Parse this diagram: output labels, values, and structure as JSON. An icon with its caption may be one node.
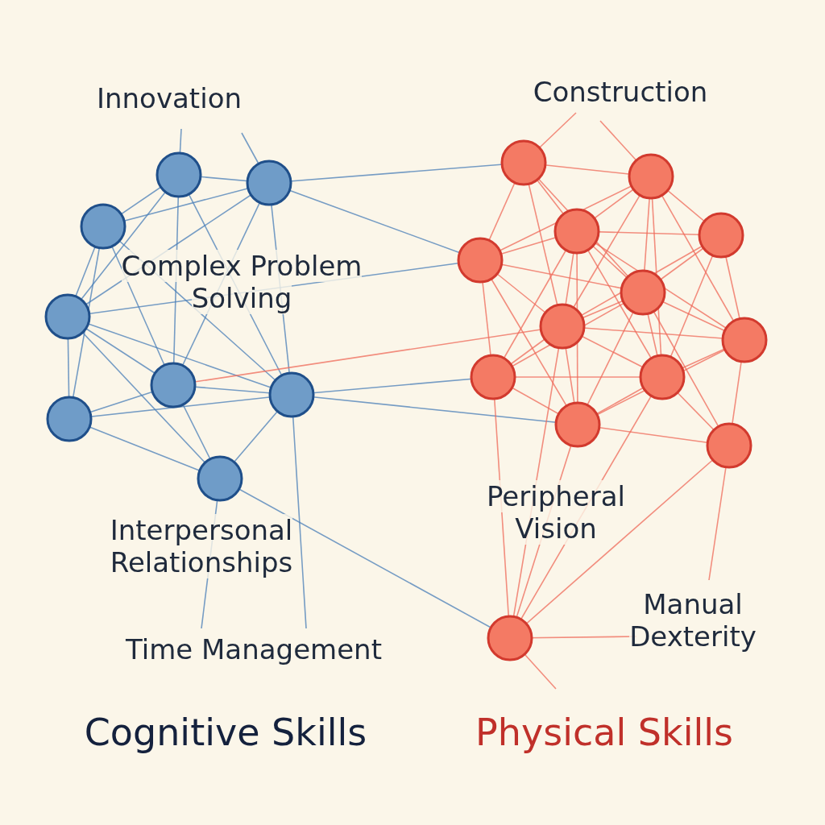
{
  "diagram": {
    "labels": [
      "Innovation",
      "Construction",
      "Complex Problem Solving",
      "Peripheral Vision",
      "Interpersonal Relationships",
      "Manual Dexterity",
      "Time Management",
      "Cognitive Skills",
      "Physical Skills"
    ]
  }
}
